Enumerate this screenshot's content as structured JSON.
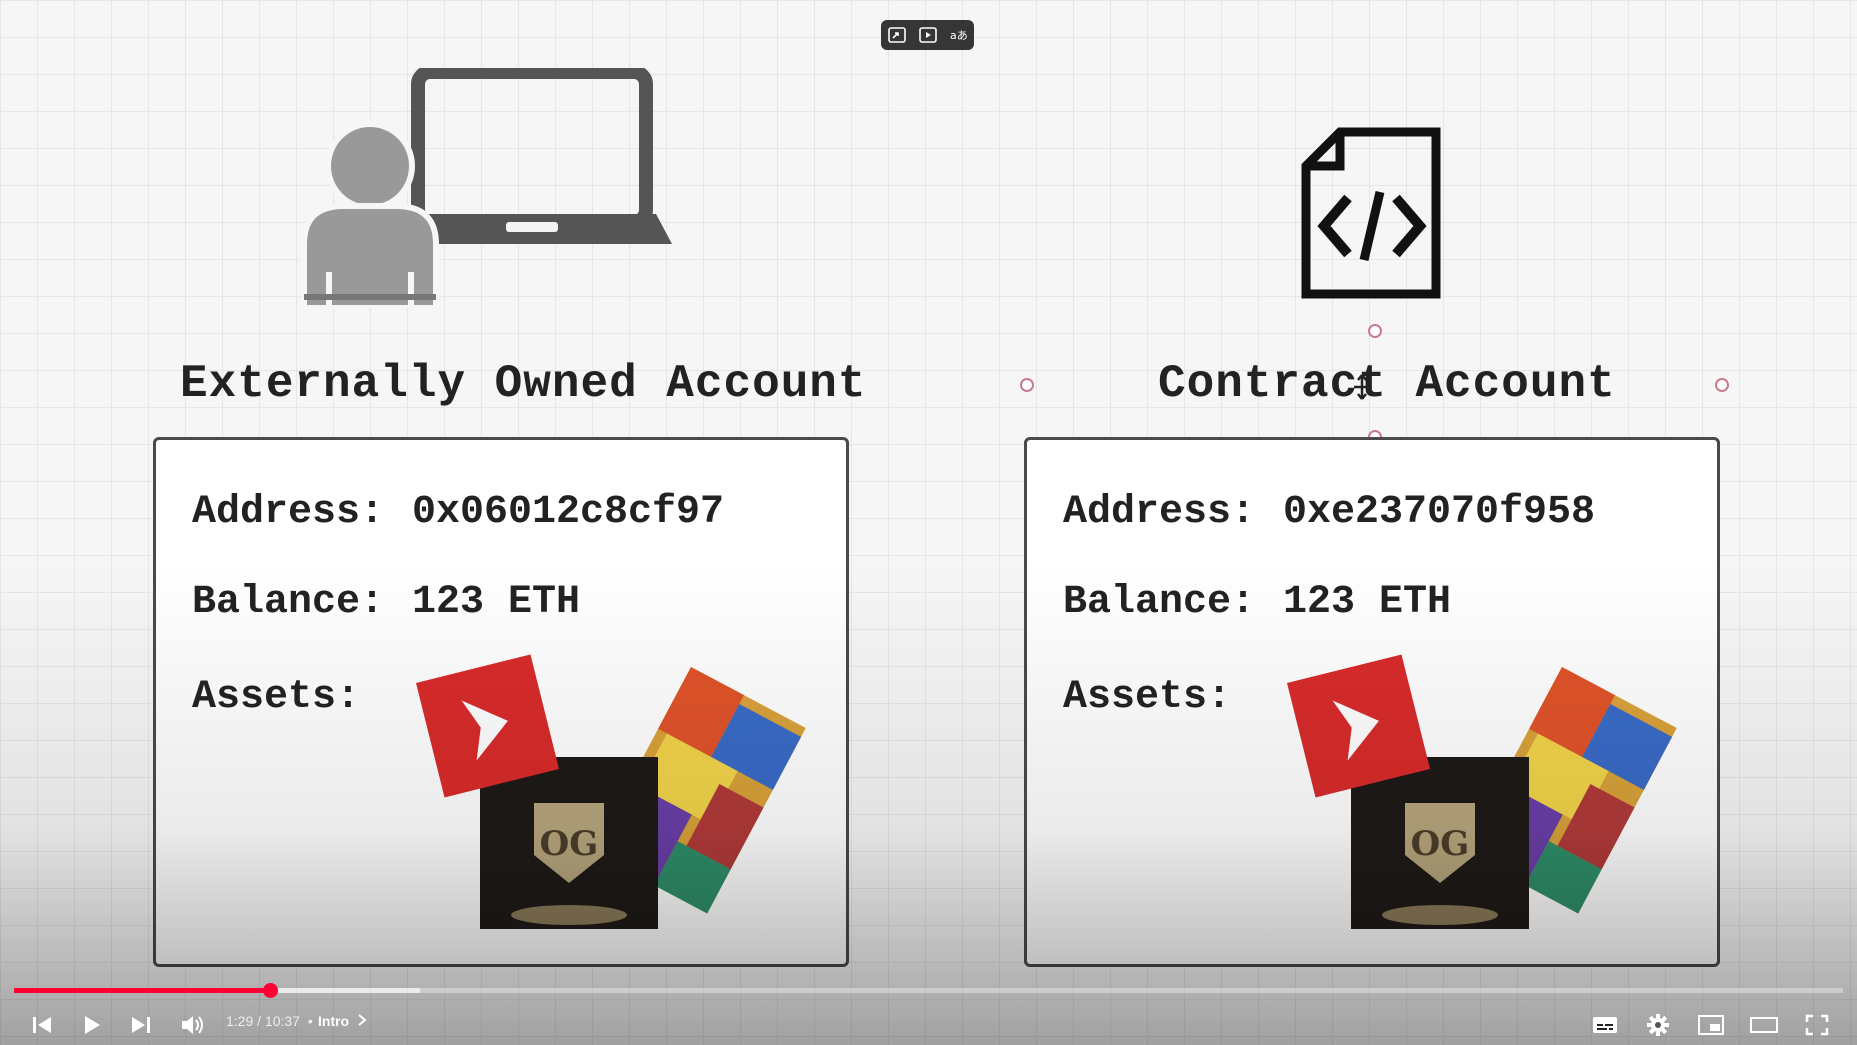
{
  "player": {
    "current_time": "1:29",
    "duration": "10:37",
    "separator": "/",
    "chapter_separator": "•",
    "chapter": "Intro",
    "progress_fraction": 0.14,
    "buffered_fraction": 0.222,
    "accent_color": "#ff0033"
  },
  "slide": {
    "left": {
      "title": "Externally Owned Account",
      "address_label": "Address:",
      "address_value": "0x06012c8cf97",
      "balance_label": "Balance:",
      "balance_value": "123 ETH",
      "assets_label": "Assets:"
    },
    "right": {
      "title": "Contract Account",
      "address_label": "Address:",
      "address_value": "0xe237070f958",
      "balance_label": "Balance:",
      "balance_value": "123 ETH",
      "assets_label": "Assets:"
    }
  },
  "icons": {
    "user_laptop": "user-with-laptop-icon",
    "code_file": "code-file-icon",
    "token_logo": "red-chevron-token-icon",
    "nft_badge": "og-contributor-badge-icon",
    "nft_art": "abstract-painting-icon"
  }
}
